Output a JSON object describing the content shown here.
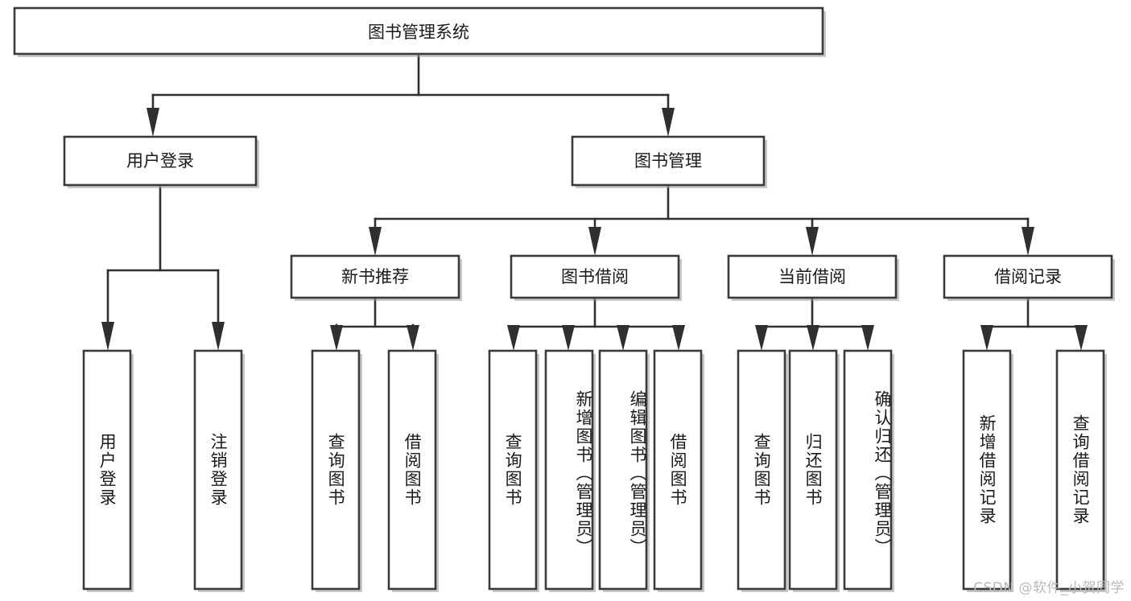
{
  "diagram": {
    "title": "图书管理系统",
    "type": "tree",
    "watermark": "CSDN @软件_小贺同学",
    "colors": {
      "box_stroke": "#3a3a3a",
      "box_fill": "#ffffff",
      "edge": "#2f2f2f",
      "text": "#1a1a1a",
      "watermark": "#b9b9b9",
      "background": "#ffffff"
    },
    "levels": {
      "root": {
        "label": "图书管理系统"
      },
      "level2": [
        {
          "label": "用户登录"
        },
        {
          "label": "图书管理"
        }
      ],
      "level3": [
        {
          "label": "新书推荐"
        },
        {
          "label": "图书借阅"
        },
        {
          "label": "当前借阅"
        },
        {
          "label": "借阅记录"
        }
      ],
      "leaves_user_login": [
        {
          "label": "用户登录"
        },
        {
          "label": "注销登录"
        }
      ],
      "leaves_new_books": [
        {
          "label": "查询图书"
        },
        {
          "label": "借阅图书"
        }
      ],
      "leaves_book_borrow": [
        {
          "label": "查询图书"
        },
        {
          "label": "新增图书（管理员）"
        },
        {
          "label": "编辑图书（管理员）"
        },
        {
          "label": "借阅图书"
        }
      ],
      "leaves_current_borrow": [
        {
          "label": "查询图书"
        },
        {
          "label": "归还图书"
        },
        {
          "label": "确认归还（管理员）"
        }
      ],
      "leaves_borrow_records": [
        {
          "label": "新增借阅记录"
        },
        {
          "label": "查询借阅记录"
        }
      ]
    }
  }
}
